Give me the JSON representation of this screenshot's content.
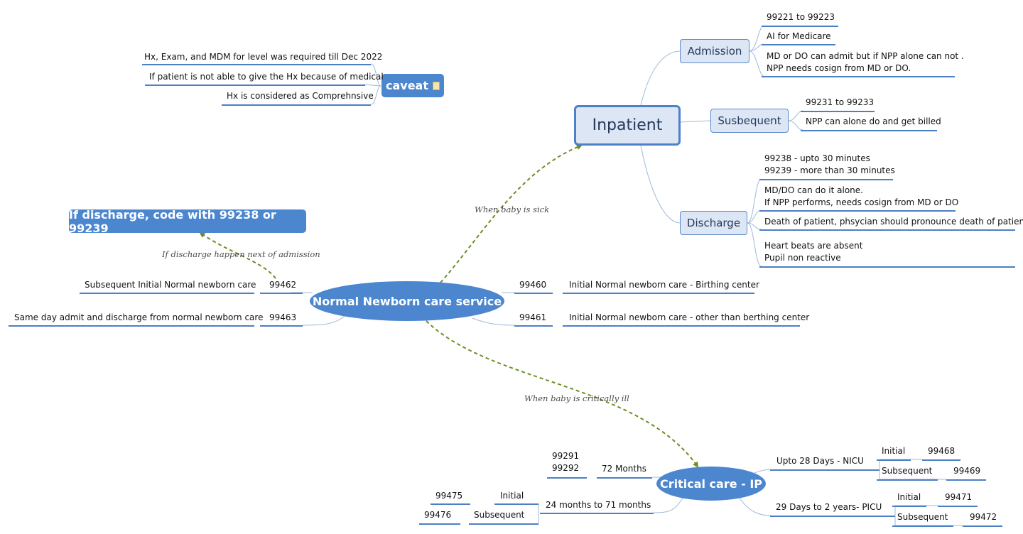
{
  "central": {
    "label": "Normal Newborn care service"
  },
  "relationships": {
    "sick": "When baby is sick",
    "critical": "When baby is critically ill",
    "discharge_next": "If discharge happen next of admission"
  },
  "discharge_code": "If discharge, code with 99238 or 99239",
  "caveat": {
    "label": "caveat",
    "items": [
      "Hx, Exam, and MDM for level was required till Dec 2022",
      "If patient is not able to give the Hx because of medical",
      "Hx is considered as Comprehnsive"
    ]
  },
  "newborn": {
    "c99460": {
      "code": "99460",
      "desc": "Initial Normal newborn care - Birthing center"
    },
    "c99461": {
      "code": "99461",
      "desc": "Initial Normal newborn care - other than berthing center"
    },
    "c99462": {
      "code": "99462",
      "desc": "Subsequent Initial Normal newborn care"
    },
    "c99463": {
      "code": "99463",
      "desc": "Same day admit and discharge from normal newborn care"
    }
  },
  "inpatient": {
    "label": "Inpatient",
    "admission": {
      "label": "Admission",
      "codes": "99221 to 99223",
      "ai": "AI for Medicare",
      "note1": "MD or DO can admit but if NPP alone can not .",
      "note2": "NPP needs cosign from MD or DO."
    },
    "subsequent": {
      "label": "Susbequent",
      "codes": "99231 to 99233",
      "note": "NPP can alone do and get billed"
    },
    "discharge": {
      "label": "Discharge",
      "code1": "99238 - upto 30 minutes",
      "code2": "99239 - more than 30 minutes",
      "note1": "MD/DO can do it alone.",
      "note2": "If NPP performs, needs cosign from MD or DO",
      "death": "Death of patient, phsycian should pronounce death of patient",
      "heart": "Heart beats are absent",
      "pupil": "Pupil non reactive"
    }
  },
  "critical": {
    "label": "Critical care - IP",
    "nicu": {
      "label": "Upto 28 Days - NICU",
      "initial": "Initial",
      "initial_code": "99468",
      "subsequent": "Subsequent",
      "subsequent_code": "99469"
    },
    "picu": {
      "label": "29 Days to 2 years- PICU",
      "initial": "Initial",
      "initial_code": "99471",
      "subsequent": "Subsequent",
      "subsequent_code": "99472"
    },
    "months72": {
      "label": "72 Months",
      "code1": "99291",
      "code2": "99292"
    },
    "months24": {
      "label": "24 months to 71 months",
      "initial": "Initial",
      "initial_code": "99475",
      "subsequent": "Subsequent",
      "subsequent_code": "99476"
    }
  }
}
